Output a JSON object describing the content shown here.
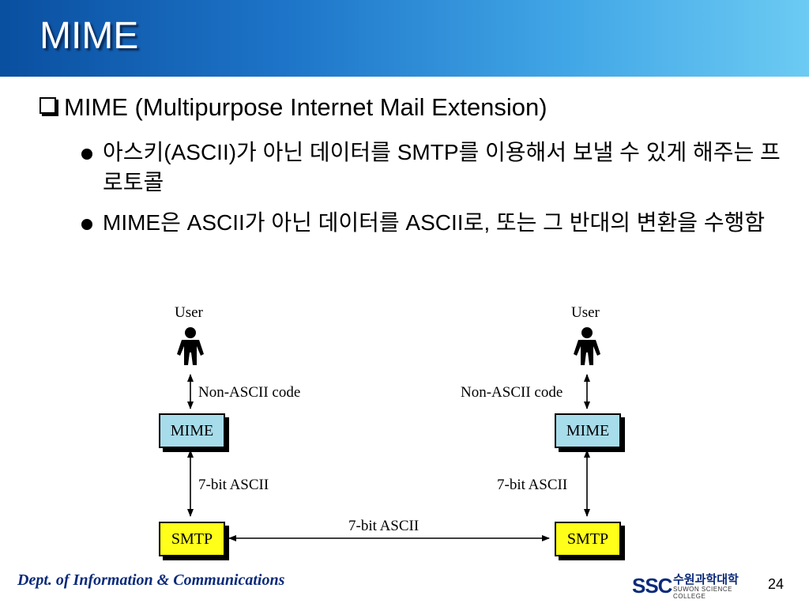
{
  "slide": {
    "title": "MIME",
    "page_number": "24"
  },
  "bullets": {
    "main": "MIME (Multipurpose Internet Mail Extension)",
    "sub1": "아스키(ASCII)가 아닌 데이터를 SMTP를 이용해서 보낼 수 있게 해주는 프로토콜",
    "sub2": "MIME은 ASCII가 아닌 데이터를 ASCII로, 또는 그 반대의 변환을 수행함"
  },
  "diagram": {
    "left_user": "User",
    "right_user": "User",
    "left_nonascii": "Non-ASCII code",
    "right_nonascii": "Non-ASCII code",
    "left_mime": "MIME",
    "right_mime": "MIME",
    "left_7bit": "7-bit ASCII",
    "right_7bit": "7-bit ASCII",
    "middle_7bit": "7-bit ASCII",
    "left_smtp": "SMTP",
    "right_smtp": "SMTP",
    "colors": {
      "mime_box": "#a7dceb",
      "smtp_box": "#ffff1a"
    }
  },
  "footer": {
    "department": "Dept. of  Information & Communications",
    "logo_abbr": "SSC",
    "logo_korean": "수원과학대학",
    "logo_english": "SUWON SCIENCE COLLEGE"
  }
}
